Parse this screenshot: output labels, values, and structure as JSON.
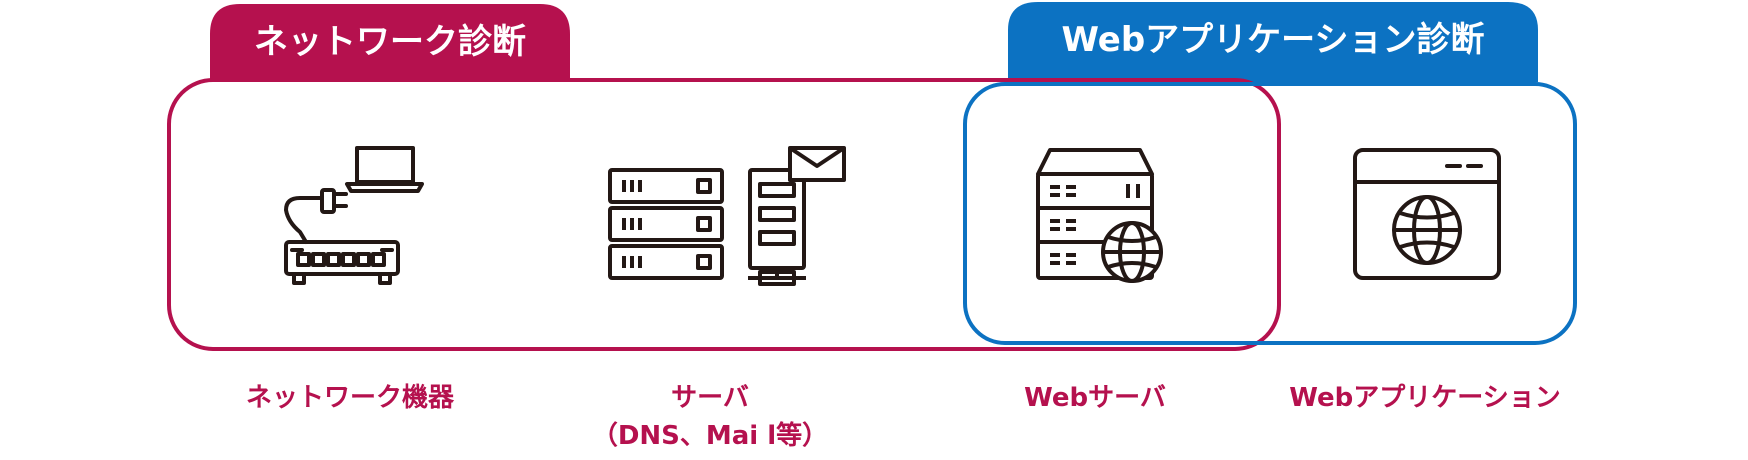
{
  "tabs": {
    "network": "ネットワーク診断",
    "webapp": "Webアプリケーション診断"
  },
  "captions": {
    "network_device": "ネットワーク機器",
    "server": "サーバ",
    "server_sub": "（DNS、Mai l等）",
    "web_server": "Webサーバ",
    "web_application": "Webアプリケーション"
  },
  "colors": {
    "network": "#b5114e",
    "web": "#0c72c2",
    "icon": "#231815"
  },
  "icons": [
    "network-switch-icon",
    "server-rack-mail-icon",
    "web-server-globe-icon",
    "browser-globe-icon"
  ]
}
